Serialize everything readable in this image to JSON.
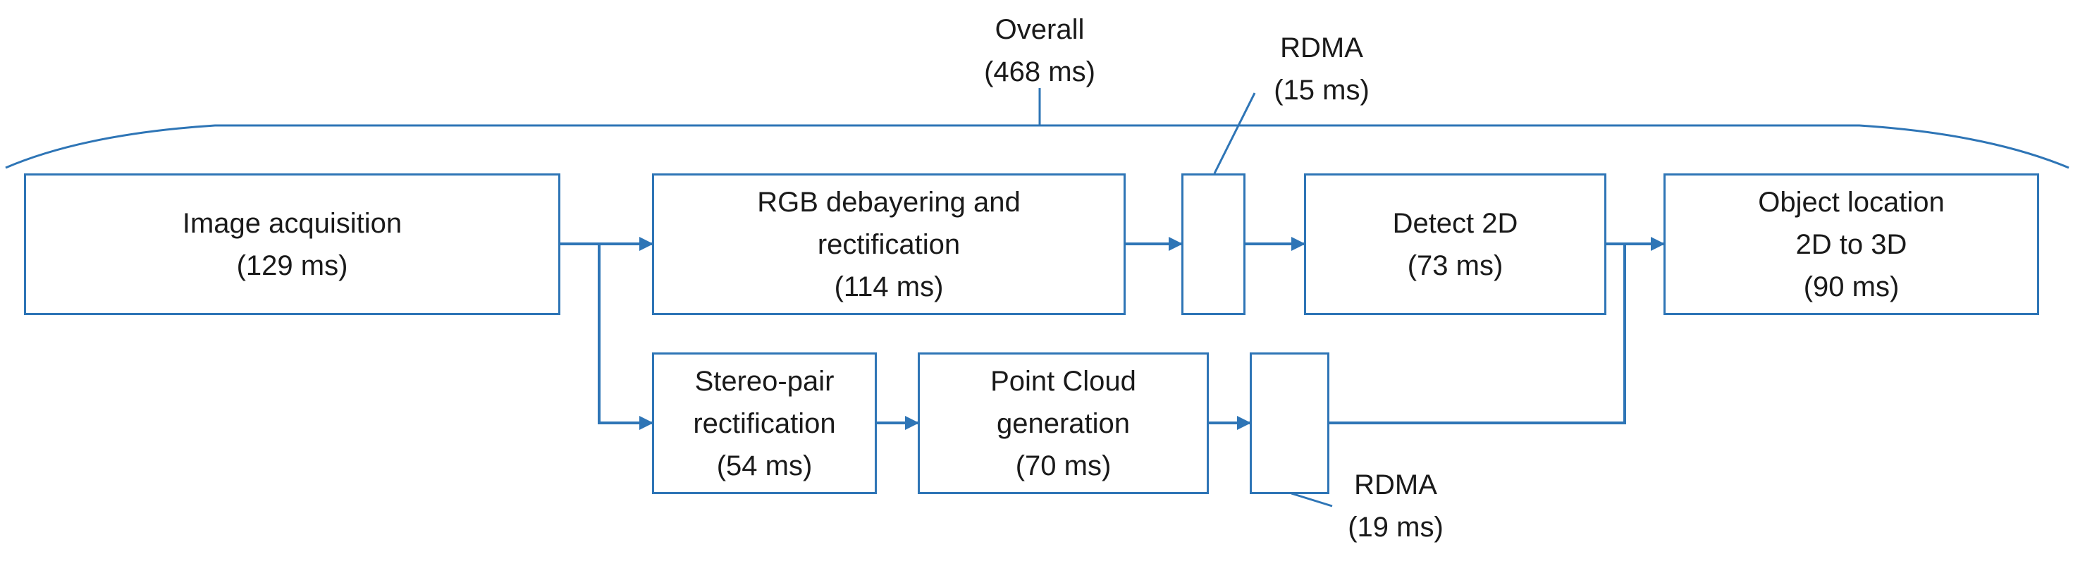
{
  "colors": {
    "stroke": "#2e75b6",
    "text": "#1a1a1a",
    "background": "#ffffff"
  },
  "overall": {
    "label": "Overall",
    "time": "(468 ms)"
  },
  "rdma_top": {
    "label": "RDMA",
    "time": "(15 ms)"
  },
  "rdma_bottom": {
    "label": "RDMA",
    "time": "(19 ms)"
  },
  "nodes": {
    "image_acquisition": {
      "line1": "Image acquisition",
      "time": "(129 ms)"
    },
    "rgb_debayering": {
      "line1": "RGB debayering and",
      "line2": "rectification",
      "time": "(114 ms)"
    },
    "detect_2d": {
      "line1": "Detect 2D",
      "time": "(73 ms)"
    },
    "object_location": {
      "line1": "Object location",
      "line2": "2D to 3D",
      "time": "(90 ms)"
    },
    "stereo_pair": {
      "line1": "Stereo-pair",
      "line2": "rectification",
      "time": "(54 ms)"
    },
    "point_cloud": {
      "line1": "Point Cloud",
      "line2": "generation",
      "time": "(70 ms)"
    }
  }
}
